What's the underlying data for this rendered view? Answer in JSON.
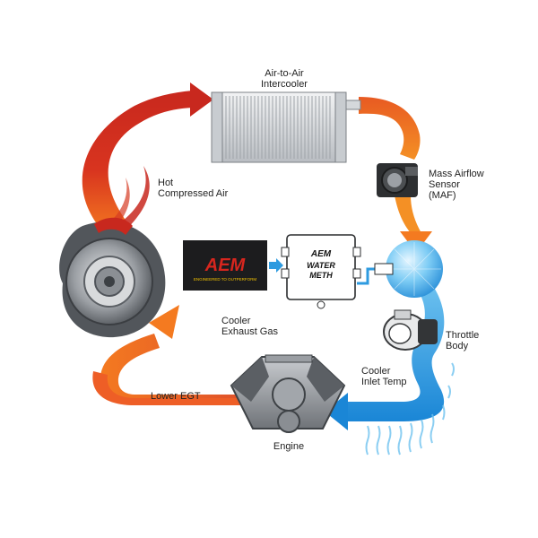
{
  "labels": {
    "intercooler": "Air-to-Air\nIntercooler",
    "maf": "Mass Airflow\nSensor\n(MAF)",
    "hot_air": "Hot\nCompressed Air",
    "throttle": "Throttle\nBody",
    "cooler_egt_gas": "Cooler\nExhaust Gas",
    "cooler_inlet": "Cooler\nInlet Temp",
    "lower_egt": "Lower EGT",
    "engine": "Engine"
  },
  "aem_box": {
    "logo": "AEM",
    "tagline": "ENGINEERED TO OUTPERFORM"
  },
  "water_meth_unit": {
    "brand": "AEM",
    "line1": "WATER",
    "line2": "METH"
  },
  "colors": {
    "hot_red": "#c8281e",
    "warm_orange": "#f47a20",
    "cool_blue": "#2e9be0",
    "aem_red": "#d7261e",
    "aem_yellow": "#f5c400",
    "metal": "#8e9398"
  }
}
